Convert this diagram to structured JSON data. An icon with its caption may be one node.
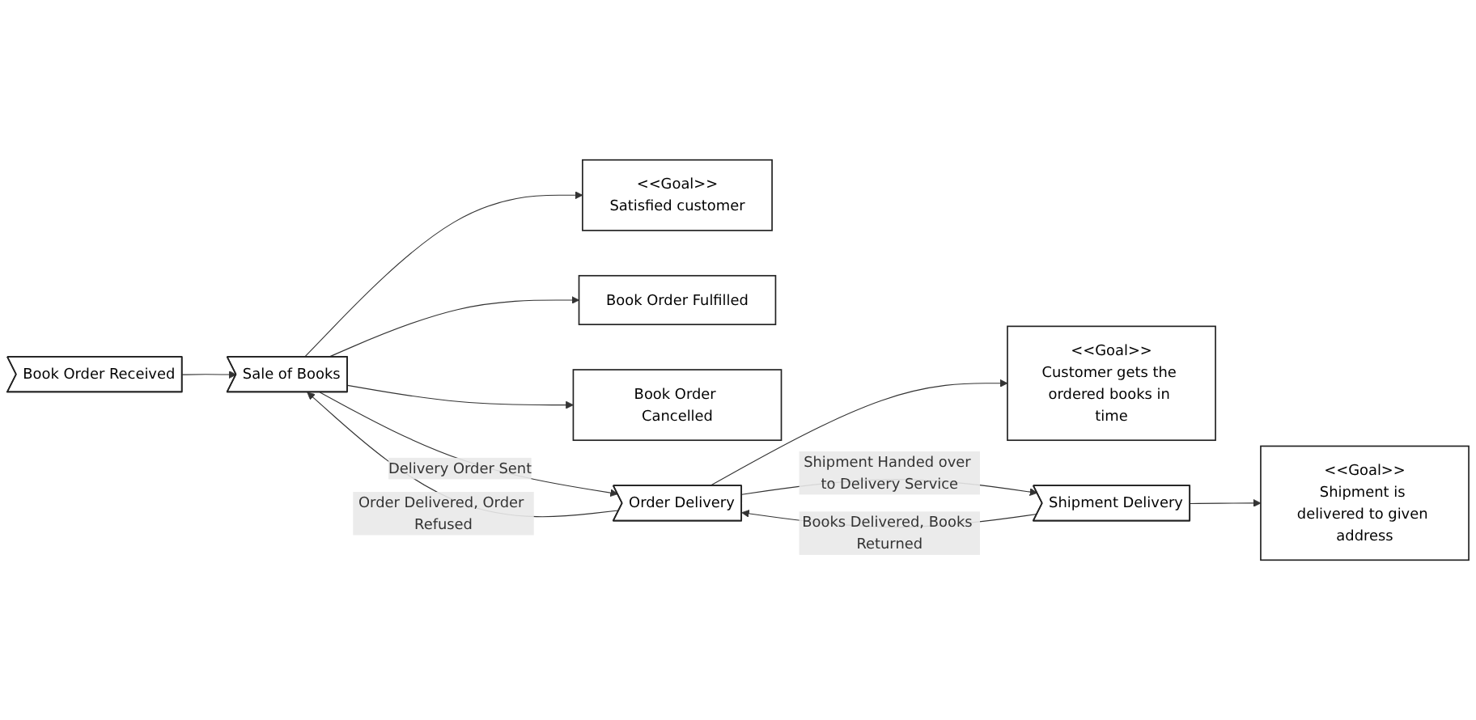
{
  "diagram": {
    "nodes": [
      {
        "text": [
          "Book Order Received"
        ]
      },
      {
        "text": [
          "Sale of Books"
        ]
      },
      {
        "text": [
          "<<Goal>>",
          "Satisfied customer"
        ]
      },
      {
        "text": [
          "Book Order Fulfilled"
        ]
      },
      {
        "text": [
          "Book Order Cancelled"
        ]
      },
      {
        "text": [
          "Order Delivery"
        ]
      },
      {
        "text": [
          "<<Goal>>",
          "Customer gets the ordered books in time"
        ]
      },
      {
        "text": [
          "Shipment Delivery"
        ]
      },
      {
        "text": [
          "<<Goal>>",
          "Shipment is delivered to given address"
        ]
      }
    ],
    "edges": [
      {
        "from": 0,
        "to": 1,
        "arrow": "to"
      },
      {
        "from": 1,
        "to": 2,
        "arrow": "to"
      },
      {
        "from": 1,
        "to": 3,
        "arrow": "to"
      },
      {
        "from": 1,
        "to": 4,
        "arrow": "to"
      },
      {
        "from": 1,
        "to": 5,
        "arrow": "to",
        "label": "Delivery Order Sent"
      },
      {
        "from": 5,
        "to": 1,
        "arrow": "to",
        "label": "Order Delivered, Order Refused"
      },
      {
        "from": 5,
        "to": 6,
        "arrow": "to"
      },
      {
        "from": 5,
        "to": 7,
        "arrow": "to",
        "label": "Shipment Handed over to Delivery Service"
      },
      {
        "from": 7,
        "to": 5,
        "arrow": "to",
        "label": "Books Delivered, Books Returned"
      },
      {
        "from": 7,
        "to": 8,
        "arrow": "to"
      }
    ]
  }
}
